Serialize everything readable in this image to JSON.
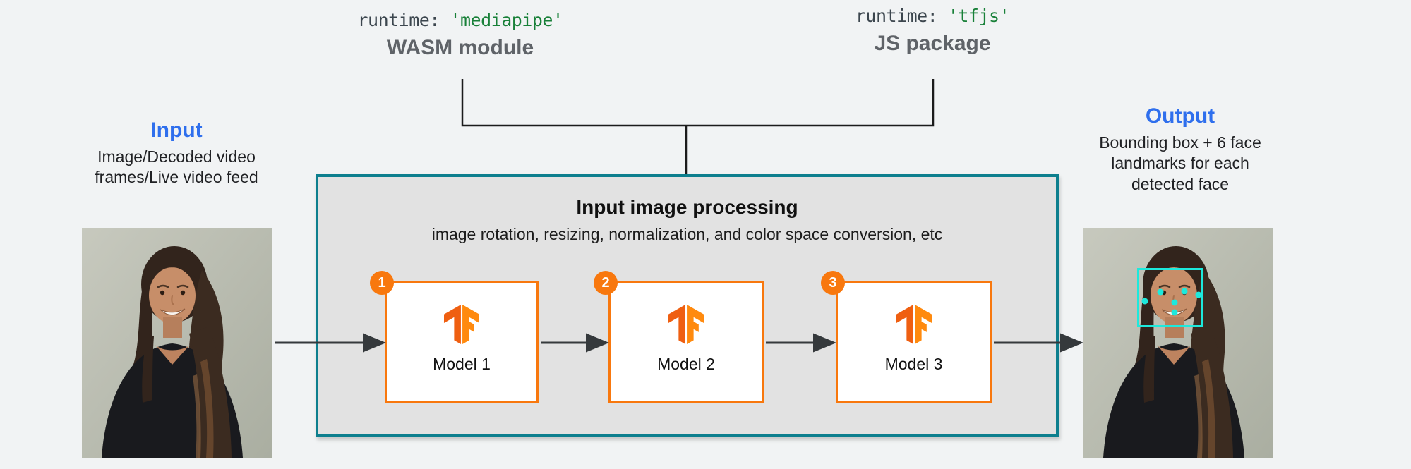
{
  "runtime_left": {
    "code_prefix": "runtime: ",
    "code_value": "'mediapipe'",
    "caption": "WASM module"
  },
  "runtime_right": {
    "code_prefix": "runtime: ",
    "code_value": "'tfjs'",
    "caption": "JS package"
  },
  "input": {
    "title": "Input",
    "description": "Image/Decoded video frames/Live video feed"
  },
  "output": {
    "title": "Output",
    "description": "Bounding box + 6 face landmarks for each detected face",
    "landmark_count": 6
  },
  "processing_box": {
    "title": "Input image processing",
    "subtitle": "image rotation, resizing, normalization, and color space conversion, etc"
  },
  "models": [
    {
      "badge": "1",
      "label": "Model 1"
    },
    {
      "badge": "2",
      "label": "Model 2"
    },
    {
      "badge": "3",
      "label": "Model 3"
    }
  ],
  "colors": {
    "page_background": "#f1f3f4",
    "processing_box_fill": "#e2e2e2",
    "processing_box_border_teal": "#0d7f8e",
    "model_orange": "#f8780e",
    "code_green": "#188038",
    "code_gray": "#3c464e",
    "label_blue": "#2f6fed",
    "caption_gray": "#5f6368",
    "bounding_box_cyan": "#1de9dc",
    "arrow_dark": "#35393c"
  }
}
